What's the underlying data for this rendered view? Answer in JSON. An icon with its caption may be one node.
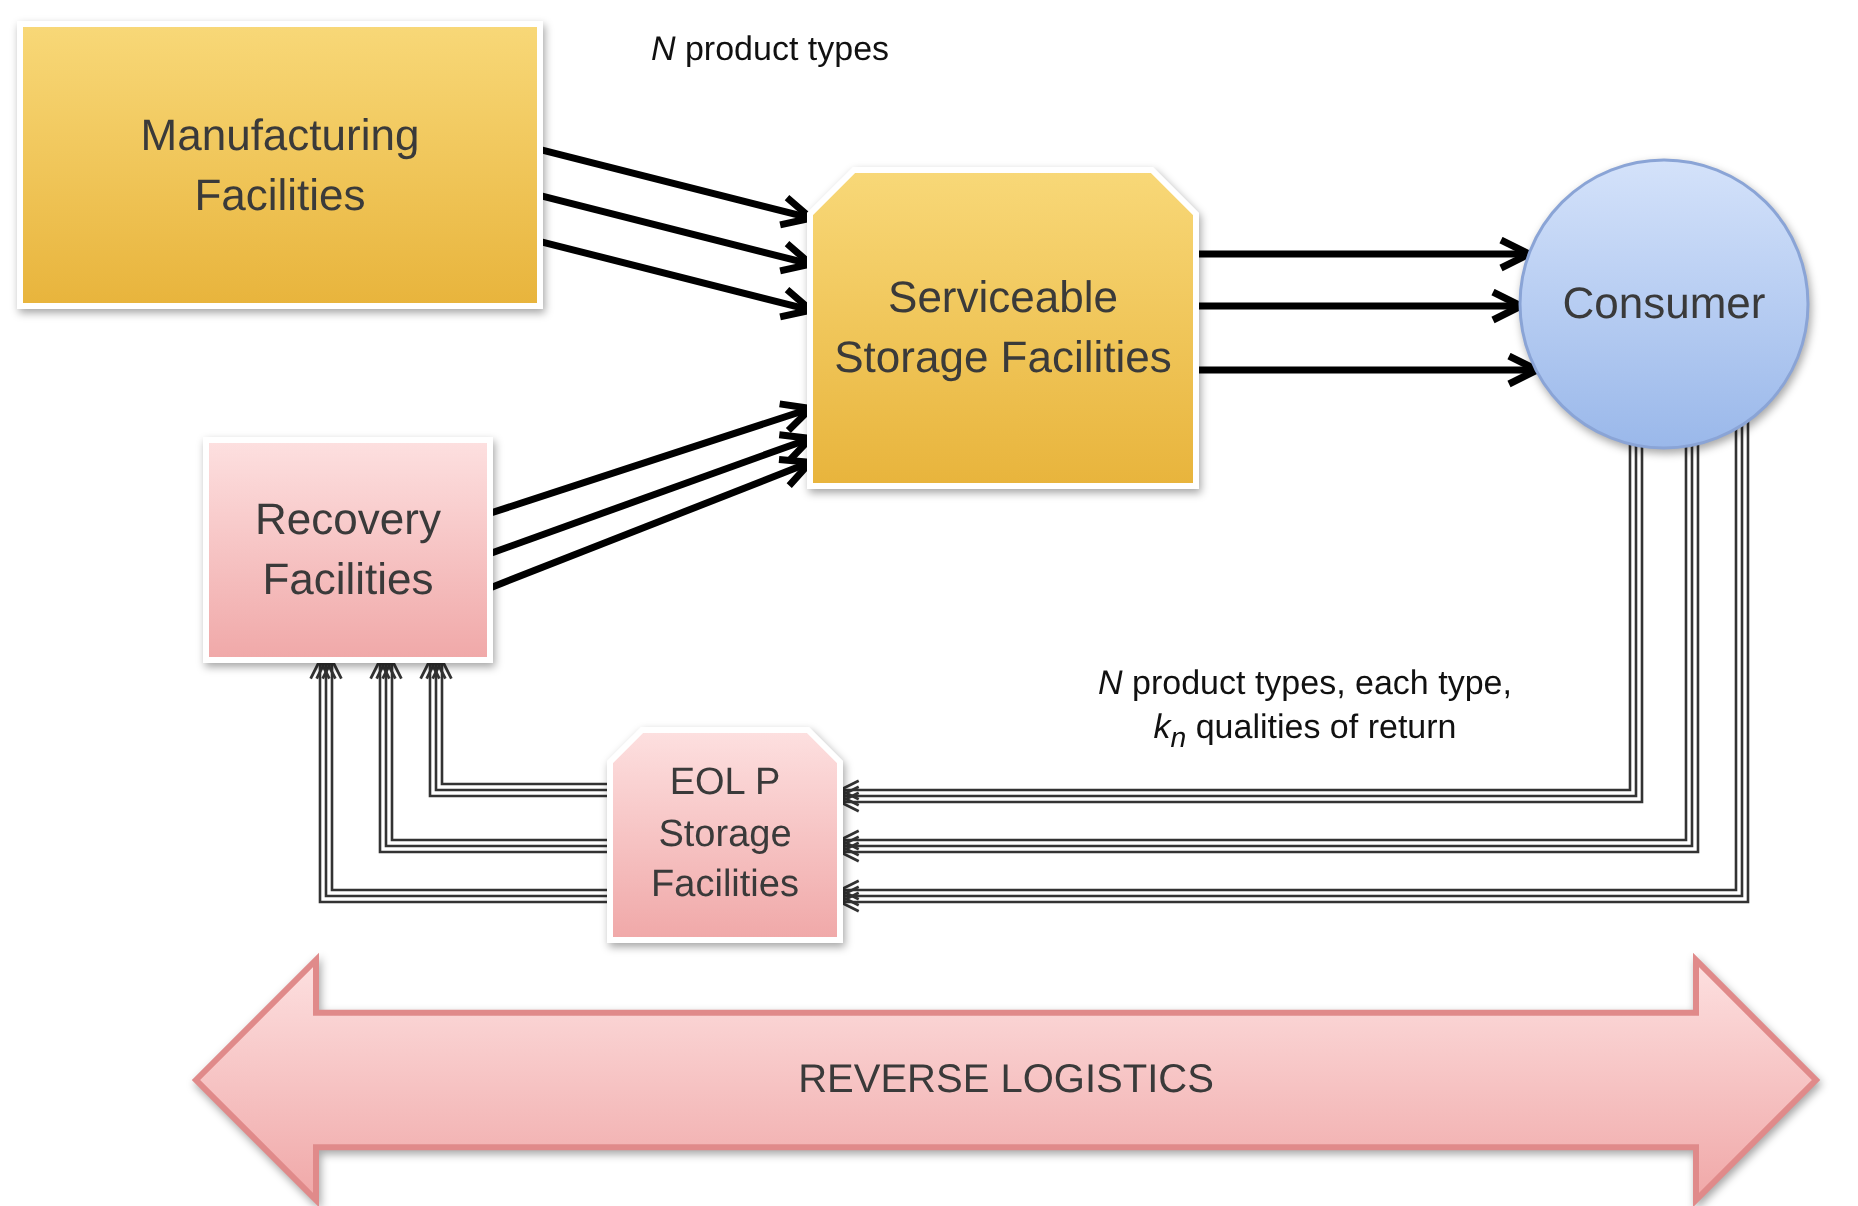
{
  "diagram": {
    "nodes": [
      {
        "text": [
          "Manufacturing Facilities"
        ]
      },
      {
        "text": [
          "Serviceable Storage Facilities"
        ]
      },
      {
        "text": [
          "Consumer"
        ]
      },
      {
        "text": [
          "Recovery Facilities"
        ]
      },
      {
        "text": [
          "EOL P Storage Facilities"
        ]
      },
      {
        "text": [
          "REVERSE LOGISTICS"
        ]
      }
    ],
    "edges": [
      {
        "from": 0,
        "to": 1,
        "arrow": "to",
        "style": "thick"
      },
      {
        "from": 0,
        "to": 1,
        "arrow": "to",
        "style": "thick"
      },
      {
        "from": 0,
        "to": 1,
        "arrow": "to",
        "style": "thick"
      },
      {
        "from": 1,
        "to": 2,
        "arrow": "to",
        "style": "thick"
      },
      {
        "from": 1,
        "to": 2,
        "arrow": "to",
        "style": "thick"
      },
      {
        "from": 1,
        "to": 2,
        "arrow": "to",
        "style": "thick"
      },
      {
        "from": 3,
        "to": 1,
        "arrow": "to",
        "style": "thick"
      },
      {
        "from": 3,
        "to": 1,
        "arrow": "to",
        "style": "thick"
      },
      {
        "from": 3,
        "to": 1,
        "arrow": "to",
        "style": "thick"
      },
      {
        "from": 2,
        "to": 4,
        "arrow": "to"
      },
      {
        "from": 2,
        "to": 4,
        "arrow": "to"
      },
      {
        "from": 2,
        "to": 4,
        "arrow": "to"
      },
      {
        "from": 2,
        "to": 4,
        "arrow": "to"
      },
      {
        "from": 2,
        "to": 4,
        "arrow": "to"
      },
      {
        "from": 2,
        "to": 4,
        "arrow": "to"
      },
      {
        "from": 2,
        "to": 4,
        "arrow": "to"
      },
      {
        "from": 2,
        "to": 4,
        "arrow": "to"
      },
      {
        "from": 2,
        "to": 4,
        "arrow": "to"
      },
      {
        "from": 4,
        "to": 3,
        "arrow": "to"
      },
      {
        "from": 4,
        "to": 3,
        "arrow": "to"
      },
      {
        "from": 4,
        "to": 3,
        "arrow": "to"
      },
      {
        "from": 4,
        "to": 3,
        "arrow": "to"
      },
      {
        "from": 4,
        "to": 3,
        "arrow": "to"
      },
      {
        "from": 4,
        "to": 3,
        "arrow": "to"
      },
      {
        "from": 4,
        "to": 3,
        "arrow": "to"
      },
      {
        "from": 4,
        "to": 3,
        "arrow": "to"
      },
      {
        "from": 4,
        "to": 3,
        "arrow": "to"
      }
    ],
    "labels": [
      "*N* product types",
      "*N* product types, each type, *k*$_{n}$ qualities of return"
    ]
  }
}
